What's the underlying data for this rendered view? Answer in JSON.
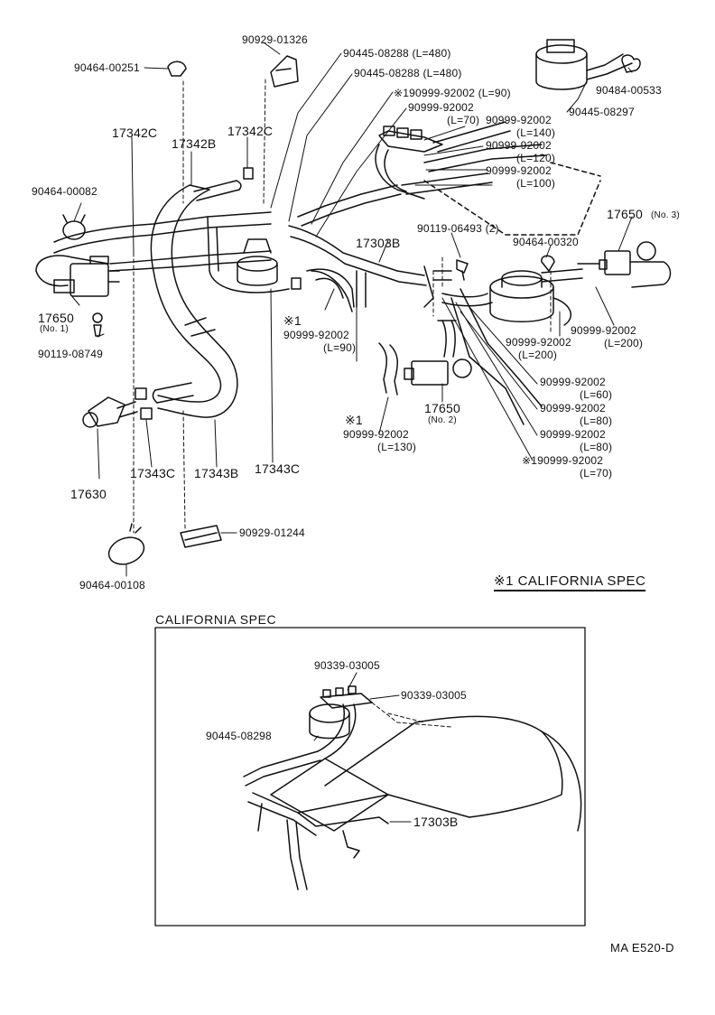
{
  "labels": {
    "p90929_01326": "90929-01326",
    "p90445_08288_480a": "90445-08288 (L=480)",
    "p90445_08288_480b": "90445-08288 (L=480)",
    "p90464_00251": "90464-00251",
    "p90484_00533": "90484-00533",
    "p90999_92002_l90_star": "※190999-92002 (L=90)",
    "p90999_92002_l70": "90999-92002",
    "p90999_92002_l70_len": "(L=70)",
    "p90999_92002_l140": "90999-92002",
    "p90445_08297": "90445-08297",
    "p90999_92002_l140_len": "(L=140)",
    "p90999_92002_l120": "90999-92002",
    "p90999_92002_l120_len": "(L=120)",
    "p90999_92002_l100": "90999-92002",
    "p90999_92002_l100_len": "(L=100)",
    "p17342c_left": "17342C",
    "p17342b": "17342B",
    "p17342c_right": "17342C",
    "p90464_00082": "90464-00082",
    "p17650_no3": "17650",
    "p17650_no3_sub": "(No. 3)",
    "p90119_06493": "90119-06493 (2)",
    "p17303b": "17303B",
    "p90464_00320": "90464-00320",
    "p17650_no1": "17650",
    "p17650_no1_sub": "(No. 1)",
    "p90119_08749": "90119-08749",
    "star1_a": "※1",
    "p90999_92002_l90": "90999-92002",
    "p90999_92002_l90_len": "(L=90)",
    "p90999_92002_l200a": "90999-92002",
    "p90999_92002_l200a_len": "(L=200)",
    "p90999_92002_l200b": "90999-92002",
    "p90999_92002_l200b_len": "(L=200)",
    "p90999_92002_l60": "90999-92002",
    "p90999_92002_l60_len": "(L=60)",
    "p90999_92002_l80a": "90999-92002",
    "p90999_92002_l80a_len": "(L=80)",
    "p90999_92002_l80b": "90999-92002",
    "p90999_92002_l80b_len": "(L=80)",
    "p90999_92002_l70_star": "※190999-92002",
    "p90999_92002_l70_star_len": "(L=70)",
    "star1_b": "※1",
    "p90999_92002_l130": "90999-92002",
    "p90999_92002_l130_len": "(L=130)",
    "p17650_no2": "17650",
    "p17650_no2_sub": "(No. 2)",
    "p17630": "17630",
    "p17343c_a": "17343C",
    "p17343b": "17343B",
    "p17343c_b": "17343C",
    "p90929_01244": "90929-01244",
    "p90464_00108": "90464-00108",
    "inset_90339_a": "90339-03005",
    "inset_90339_b": "90339-03005",
    "inset_90445_08298": "90445-08298",
    "inset_17303b": "17303B"
  },
  "notes": {
    "california_note": "※1 CALIFORNIA SPEC",
    "inset_title": "CALIFORNIA SPEC",
    "ref_code": "MA  E520-D"
  }
}
